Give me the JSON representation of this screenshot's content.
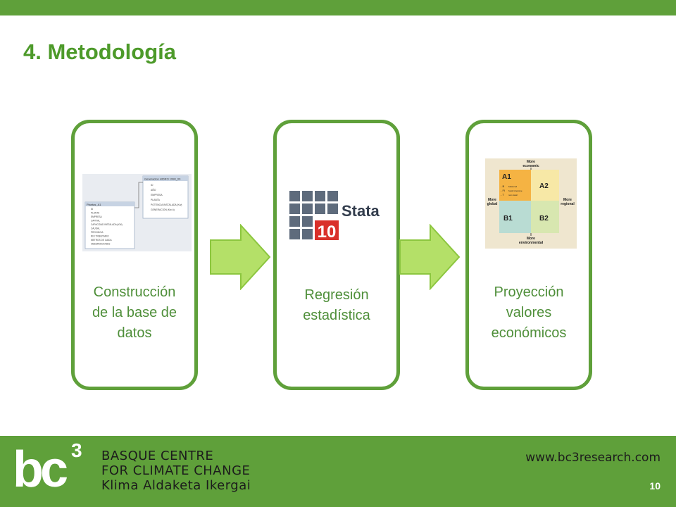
{
  "slide": {
    "title": "4. Metodología",
    "page_number": "10"
  },
  "steps": [
    {
      "label_lines": [
        "Construcción",
        "de la base de",
        "datos"
      ],
      "image": {
        "icon": "database-schema-icon",
        "table_right_title": "Generacion HIDRO 1990_09",
        "table_right_rows": [
          "ID",
          "AÑO",
          "EMPRESA",
          "PLANTA",
          "POTENCIA INSTALADA (Kw)",
          "GENERACION (Kw-h)"
        ],
        "table_left_title": "Plantas_A1",
        "table_left_rows": [
          "ID",
          "PLANTA",
          "EMPRESA",
          "CAPITAL",
          "CAPACIDAD INSTALADA (KW)",
          "CAUDAL",
          "PROVINCIA",
          "RIO TRIBUTARIO",
          "METROS DE CAIDA",
          "OBSERVACIONES"
        ]
      }
    },
    {
      "label_lines": [
        "Regresión",
        "estadística"
      ],
      "image": {
        "icon": "stata-logo-icon",
        "brand": "Stata",
        "version": "10"
      }
    },
    {
      "label_lines": [
        "Proyección",
        "valores",
        "económicos"
      ],
      "image": {
        "icon": "scenario-quadrant-icon",
        "top_label": [
          "More",
          "economic"
        ],
        "bottom_label": [
          "More",
          "environmental"
        ],
        "left_label": [
          "More",
          "global"
        ],
        "right_label": [
          "More",
          "regional"
        ],
        "quadrants": [
          "A1",
          "A2",
          "B1",
          "B2"
        ],
        "a1_sub": [
          "- B",
          "- FI",
          "- T"
        ],
        "a1_notes": [
          "balanced",
          "fossil intensive",
          "non-fossil"
        ]
      }
    }
  ],
  "footer": {
    "logo_text": "bc",
    "logo_sup": "3",
    "org_line1": "BASQUE CENTRE",
    "org_line2": "FOR CLIMATE CHANGE",
    "org_line3": "Klima Aldaketa Ikergai",
    "website": "www.bc3research.com"
  },
  "colors": {
    "brand_green": "#5fa03a",
    "title_green": "#4d9a2a",
    "arrow_green": "#b4e068",
    "label_green": "#4f8f3a"
  }
}
